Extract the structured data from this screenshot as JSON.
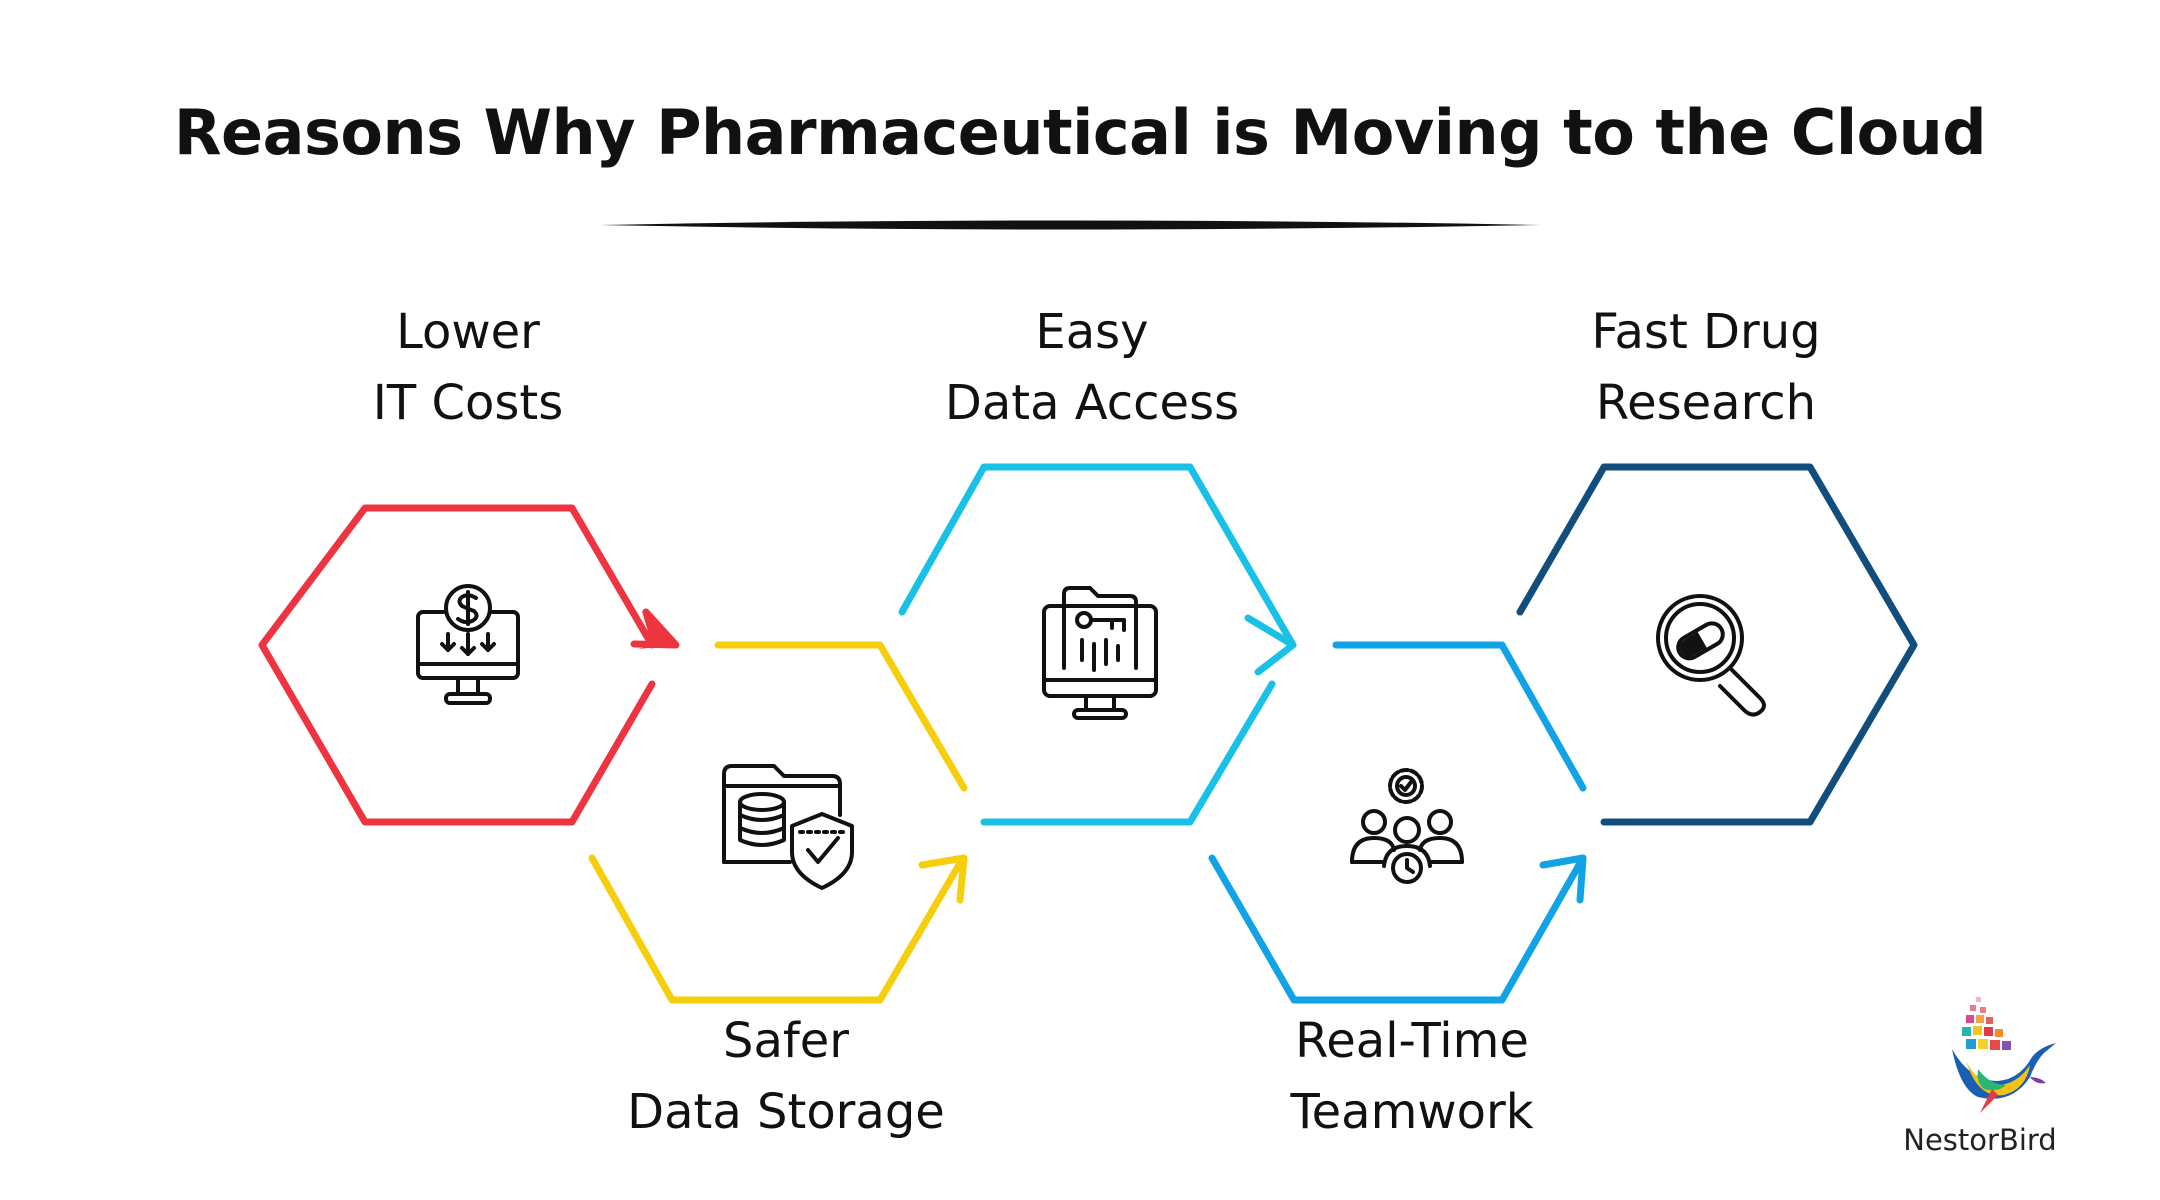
{
  "title": "Reasons Why Pharmaceutical is Moving to the Cloud",
  "steps": [
    {
      "line1": "Lower",
      "line2": "IT Costs",
      "icon": "monitor-dollar-icon",
      "color": "#EE3440"
    },
    {
      "line1": "Safer",
      "line2": "Data Storage",
      "icon": "database-shield-icon",
      "color": "#F6CE0B"
    },
    {
      "line1": "Easy",
      "line2": "Data Access",
      "icon": "folder-key-monitor-icon",
      "color": "#19C1E6"
    },
    {
      "line1": "Real-Time",
      "line2": "Teamwork",
      "icon": "team-gear-icon",
      "color": "#12A3E6"
    },
    {
      "line1": "Fast Drug",
      "line2": "Research",
      "icon": "magnifier-pill-icon",
      "color": "#114D7D"
    }
  ],
  "brand": {
    "name": "NestorBird"
  }
}
